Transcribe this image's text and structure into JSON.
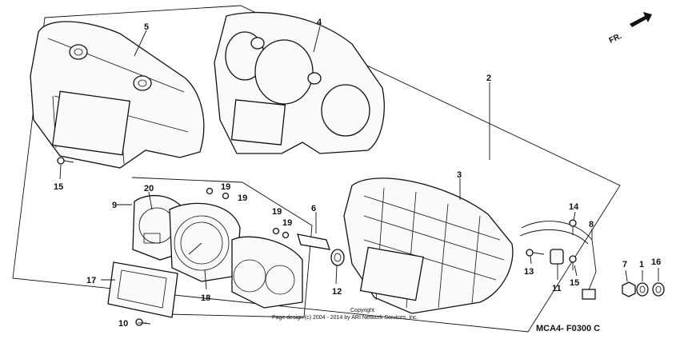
{
  "diagram": {
    "code": "MCA4- F0300 C",
    "direction": "FR.",
    "copyright_line1": "Copyright",
    "copyright_line2": "Page design (c) 2004 - 2014 by ARI Network Services, Inc.",
    "callouts": {
      "c1": "1",
      "c2": "2",
      "c3": "3",
      "c4": "4",
      "c5": "5",
      "c6": "6",
      "c7": "7",
      "c8": "8",
      "c9": "9",
      "c10": "10",
      "c11": "11",
      "c12": "12",
      "c13": "13",
      "c14": "14",
      "c15a": "15",
      "c15b": "15",
      "c16": "16",
      "c17": "17",
      "c18": "18",
      "c19a": "19",
      "c19b": "19",
      "c19c": "19",
      "c19d": "19",
      "c20": "20"
    }
  }
}
